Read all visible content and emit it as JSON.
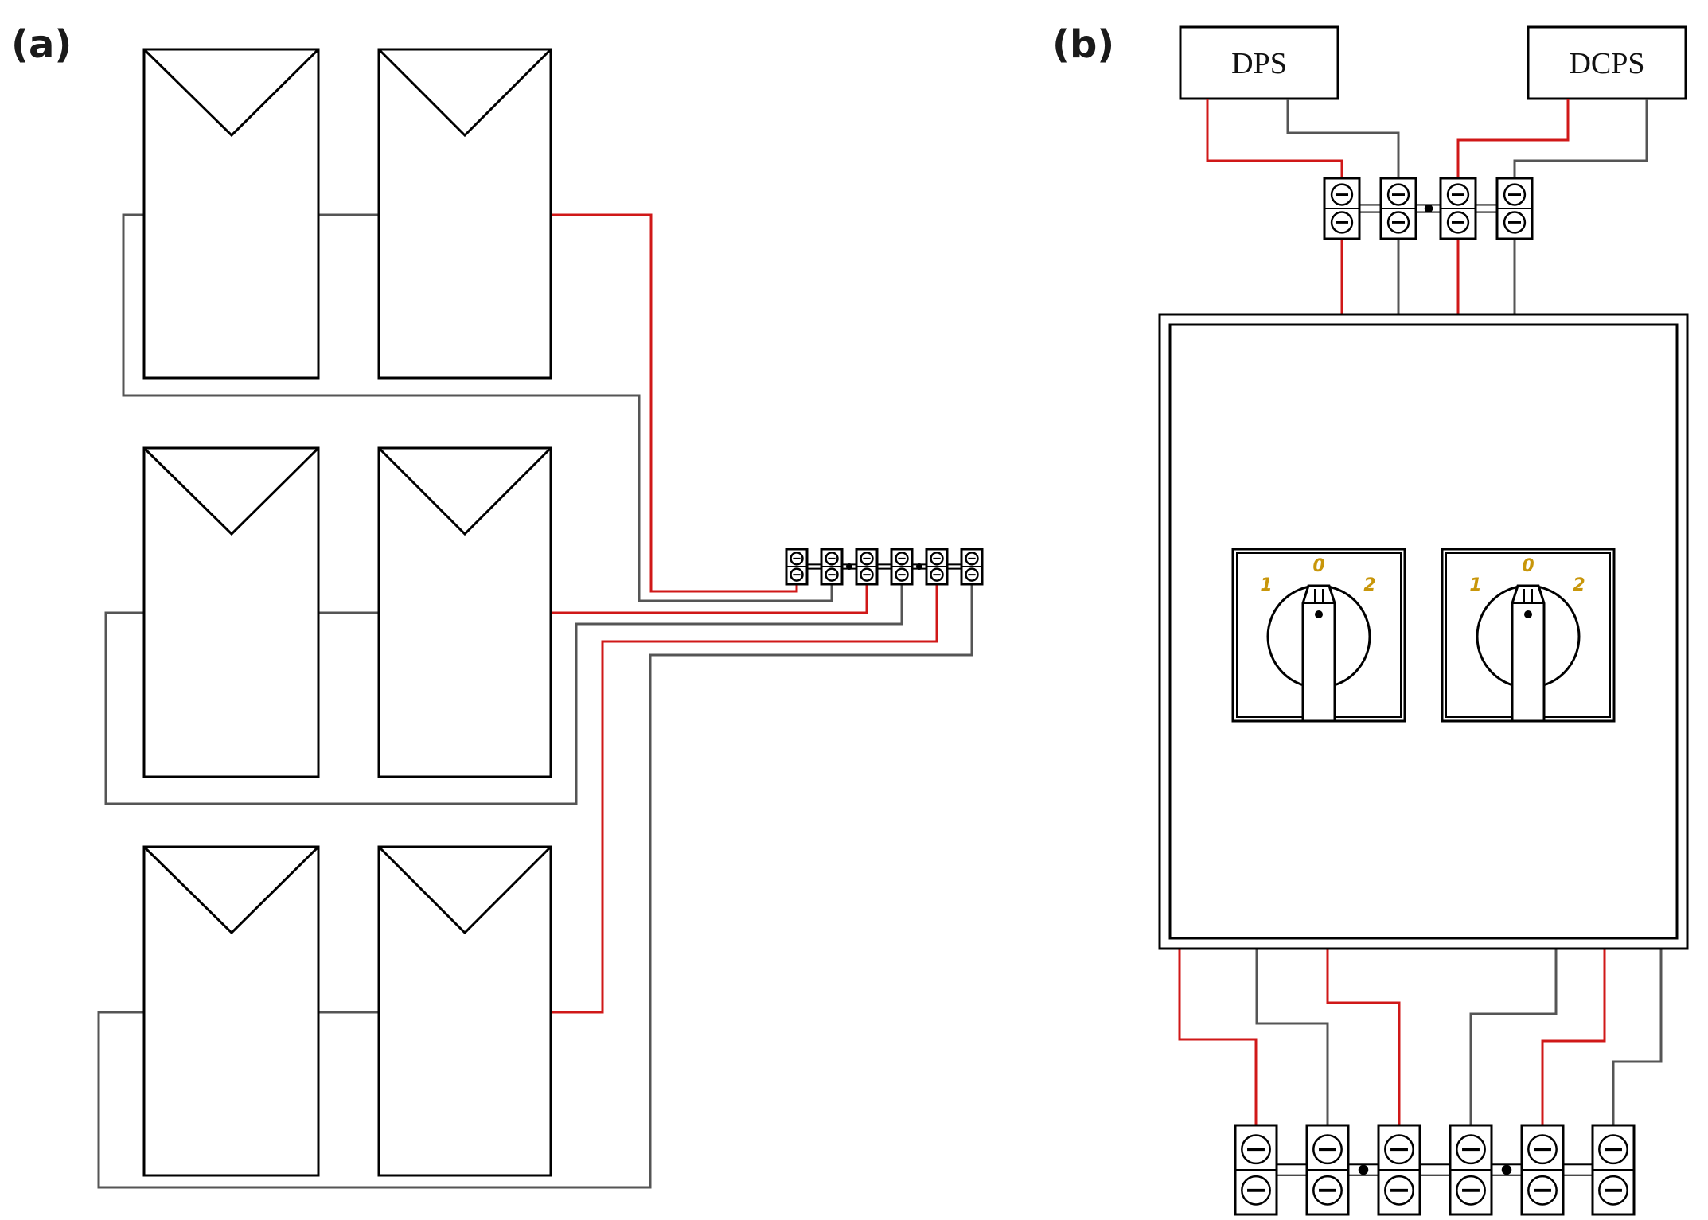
{
  "panels": {
    "a": {
      "label": "(a)"
    },
    "b": {
      "label": "(b)"
    }
  },
  "sources": [
    {
      "label": "DPS"
    },
    {
      "label": "DCPS"
    }
  ],
  "switches": [
    {
      "positions": [
        "1",
        "0",
        "2"
      ]
    },
    {
      "positions": [
        "1",
        "0",
        "2"
      ]
    }
  ],
  "colors": {
    "positive_wire": "#d01818",
    "negative_wire": "#555555",
    "outline": "#000000",
    "position_label": "#c8960a"
  }
}
